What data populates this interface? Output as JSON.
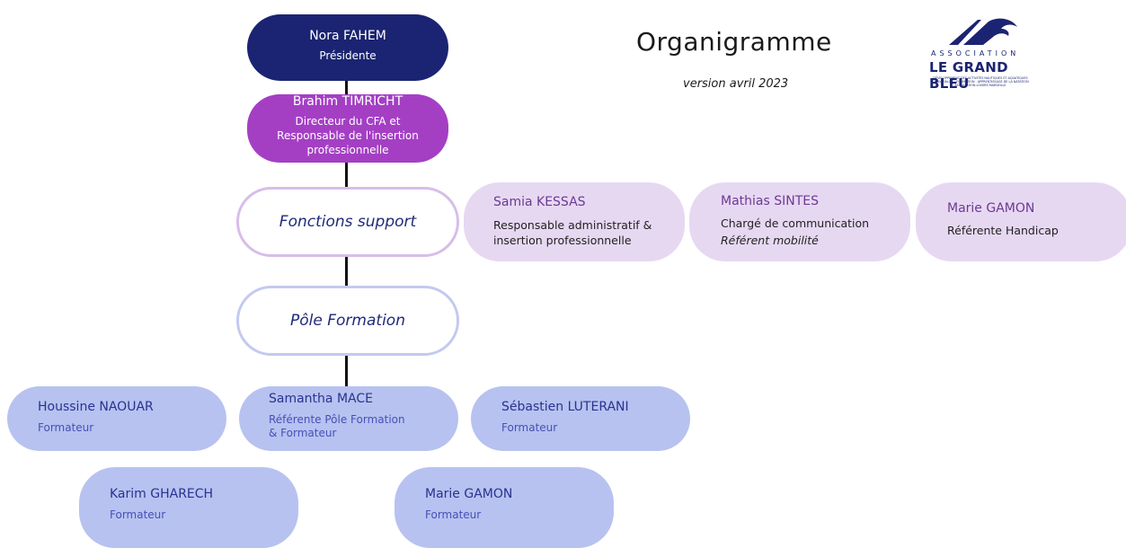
{
  "header": {
    "title": "Organigramme",
    "version": "version avril 2023"
  },
  "logo": {
    "icon": "wave-logo-icon",
    "association": "ASSOCIATION",
    "name": "LE GRAND BLEU",
    "tagline": "DÉVELOPPEMENT DES ACTIVITÉS NAUTIQUES ET AQUATIQUES CONVIVIALITÉ · FORMATION · APPRENTISSAGE DE LA NATATION ASSOCIATION LOISIRS MARSEILLE"
  },
  "colors": {
    "president": "#1b2472",
    "director": "#a43fc4",
    "support_border": "#d7bde8",
    "support_card": "#e7d8f2",
    "pole_border": "#c3c9f0",
    "training_card": "#b7c2f0"
  },
  "president": {
    "name": "Nora FAHEM",
    "role": "Présidente"
  },
  "director": {
    "name": "Brahim TIMRICHT",
    "role_lines": [
      "Directeur du CFA et",
      "Responsable de l'insertion",
      "professionnelle"
    ]
  },
  "support": {
    "label": "Fonctions support",
    "members": [
      {
        "name": "Samia KESSAS",
        "role_lines": [
          "Responsable administratif &",
          "insertion professionnelle"
        ],
        "note": ""
      },
      {
        "name": "Mathias SINTES",
        "role_lines": [
          "Chargé de communication"
        ],
        "note": "Référent mobilité"
      },
      {
        "name": "Marie GAMON",
        "role_lines": [
          "Référente Handicap"
        ],
        "note": ""
      }
    ]
  },
  "pole": {
    "label": "Pôle Formation",
    "members": [
      {
        "name": "Houssine NAOUAR",
        "role_lines": [
          "Formateur"
        ]
      },
      {
        "name": "Samantha MACE",
        "role_lines": [
          "Référente Pôle Formation",
          "& Formateur"
        ]
      },
      {
        "name": "Sébastien LUTERANI",
        "role_lines": [
          "Formateur"
        ]
      },
      {
        "name": "Karim GHARECH",
        "role_lines": [
          "Formateur"
        ]
      },
      {
        "name": "Marie GAMON",
        "role_lines": [
          "Formateur"
        ]
      }
    ]
  }
}
